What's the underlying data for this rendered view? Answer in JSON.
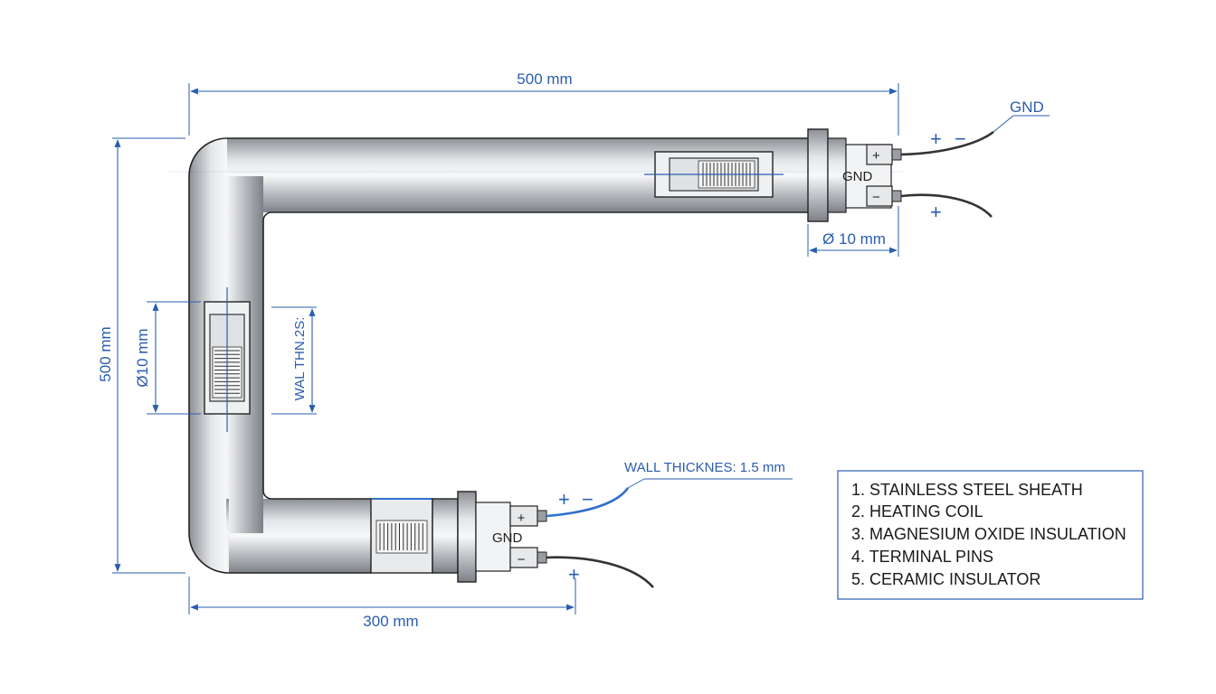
{
  "dimensions": {
    "top_length": "500 mm",
    "left_length": "500 mm",
    "bottom_length": "300 mm",
    "diameter_vertical": "Ø10 mm",
    "diameter_terminal": "Ø 10 mm",
    "wall_vertical": "WAL THN.2S:",
    "wall_callout": "WALL THICKNES: 1.5 mm"
  },
  "terminals": {
    "top": {
      "plus": "+",
      "minus": "−",
      "gnd": "GND",
      "wire_plus": "+",
      "wire_minus": "−",
      "wire_plus_lower": "+",
      "gnd_label": "GND"
    },
    "bottom": {
      "plus": "+",
      "minus": "−",
      "gnd": "GND",
      "wire_plus": "+",
      "wire_minus": "−",
      "wire_plus_lower": "+"
    }
  },
  "legend": [
    "1. STAINLESS STEEL SHEATH",
    "2. HEATING COIL",
    "3. MAGNESIUM OXIDE INSULATION",
    "4. TERMINAL PINS",
    "5. CERAMIC INSULATOR"
  ],
  "colors": {
    "dimension": "#2a5db0",
    "outline": "#222222",
    "wire_blue": "#2f6fd0"
  }
}
